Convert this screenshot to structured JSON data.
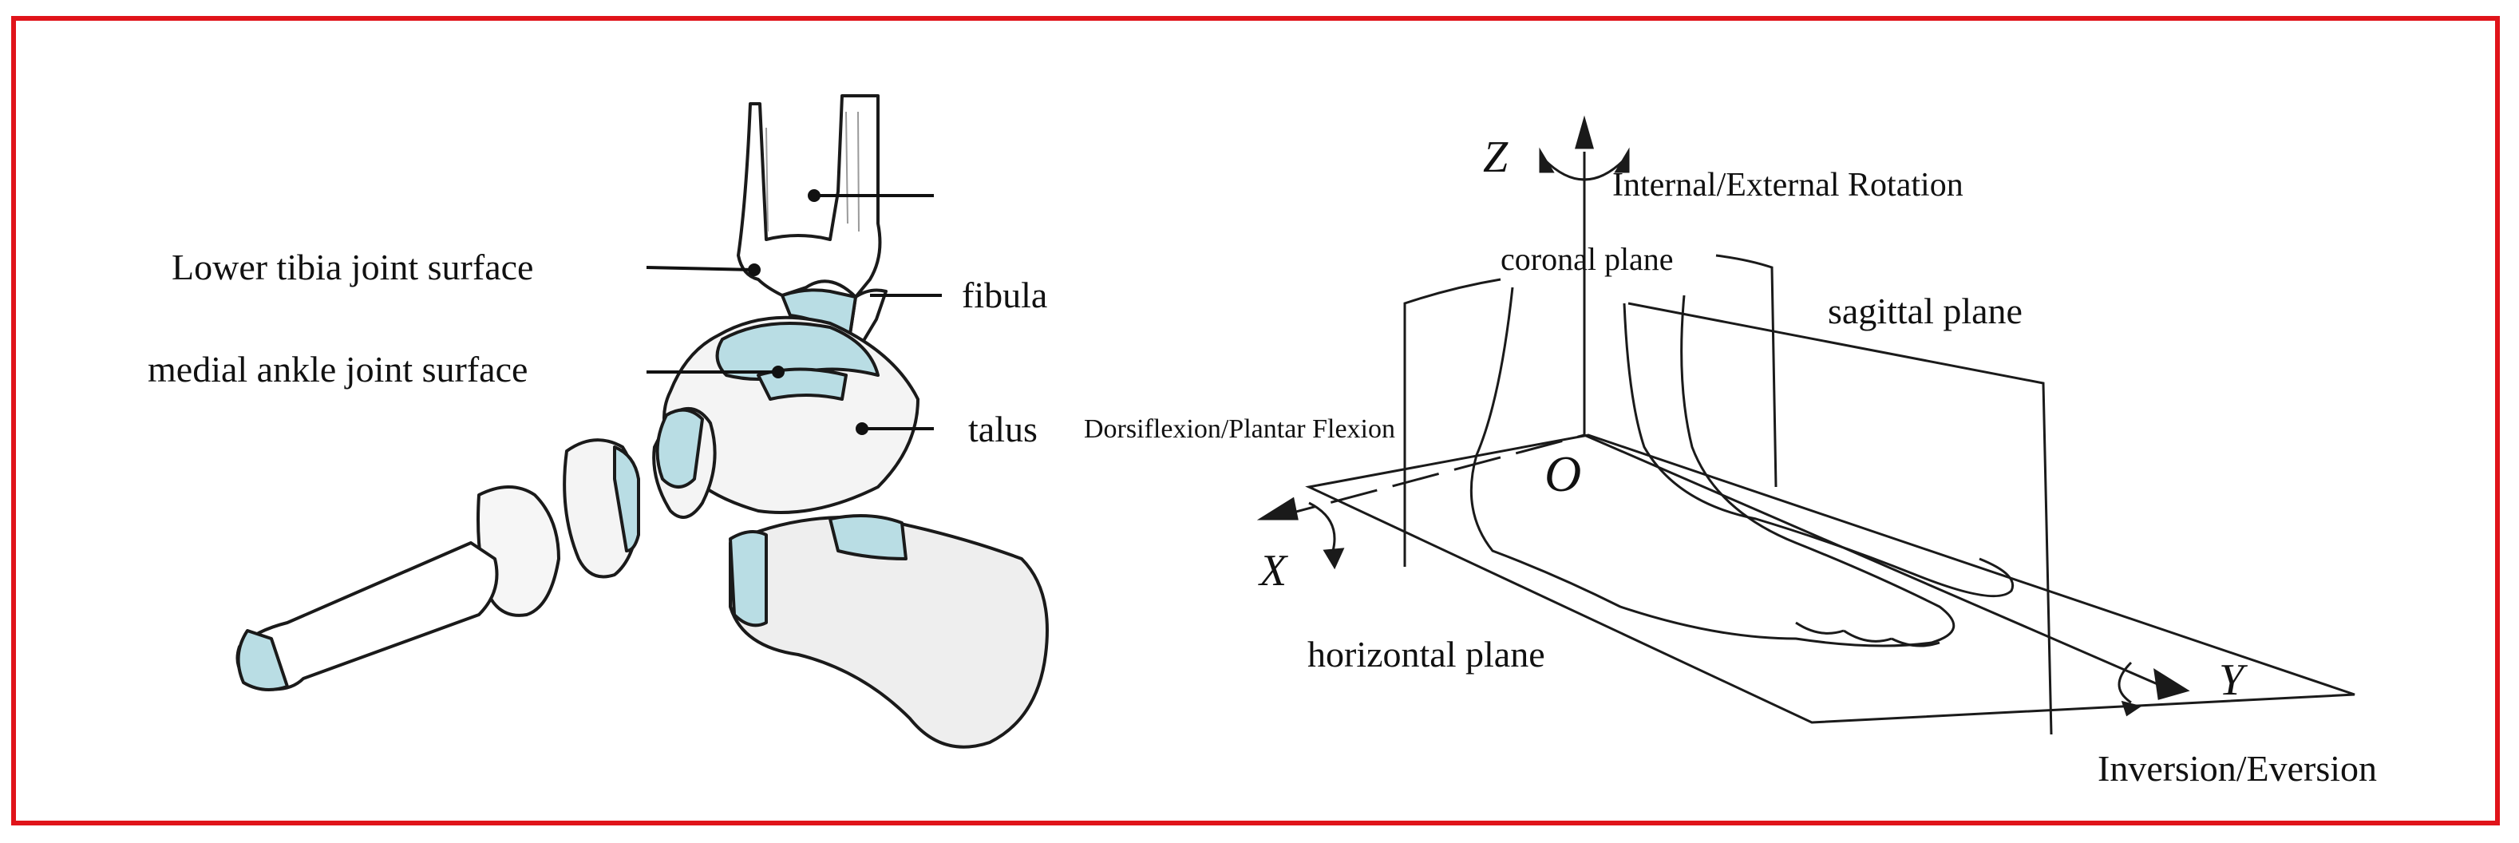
{
  "colors": {
    "border": "#e0141a",
    "cartilage": "#b9dde4",
    "line": "#1a1a1a",
    "bone_shade": "#d9d9d9"
  },
  "left_panel": {
    "labels": {
      "lower_tibia": "Lower tibia joint surface",
      "medial_ankle": "medial ankle joint surface",
      "fibula": "fibula",
      "talus": "talus"
    }
  },
  "right_panel": {
    "axes": {
      "z": "Z",
      "x": "X",
      "y": "Y",
      "origin": "O"
    },
    "motions": {
      "internal_external": "Internal/External Rotation",
      "dorsi_plantar": "Dorsiflexion/Plantar Flexion",
      "inversion_eversion": "Inversion/Eversion"
    },
    "planes": {
      "coronal": "coronal plane",
      "sagittal": "sagittal plane",
      "horizontal": "horizontal plane"
    }
  }
}
